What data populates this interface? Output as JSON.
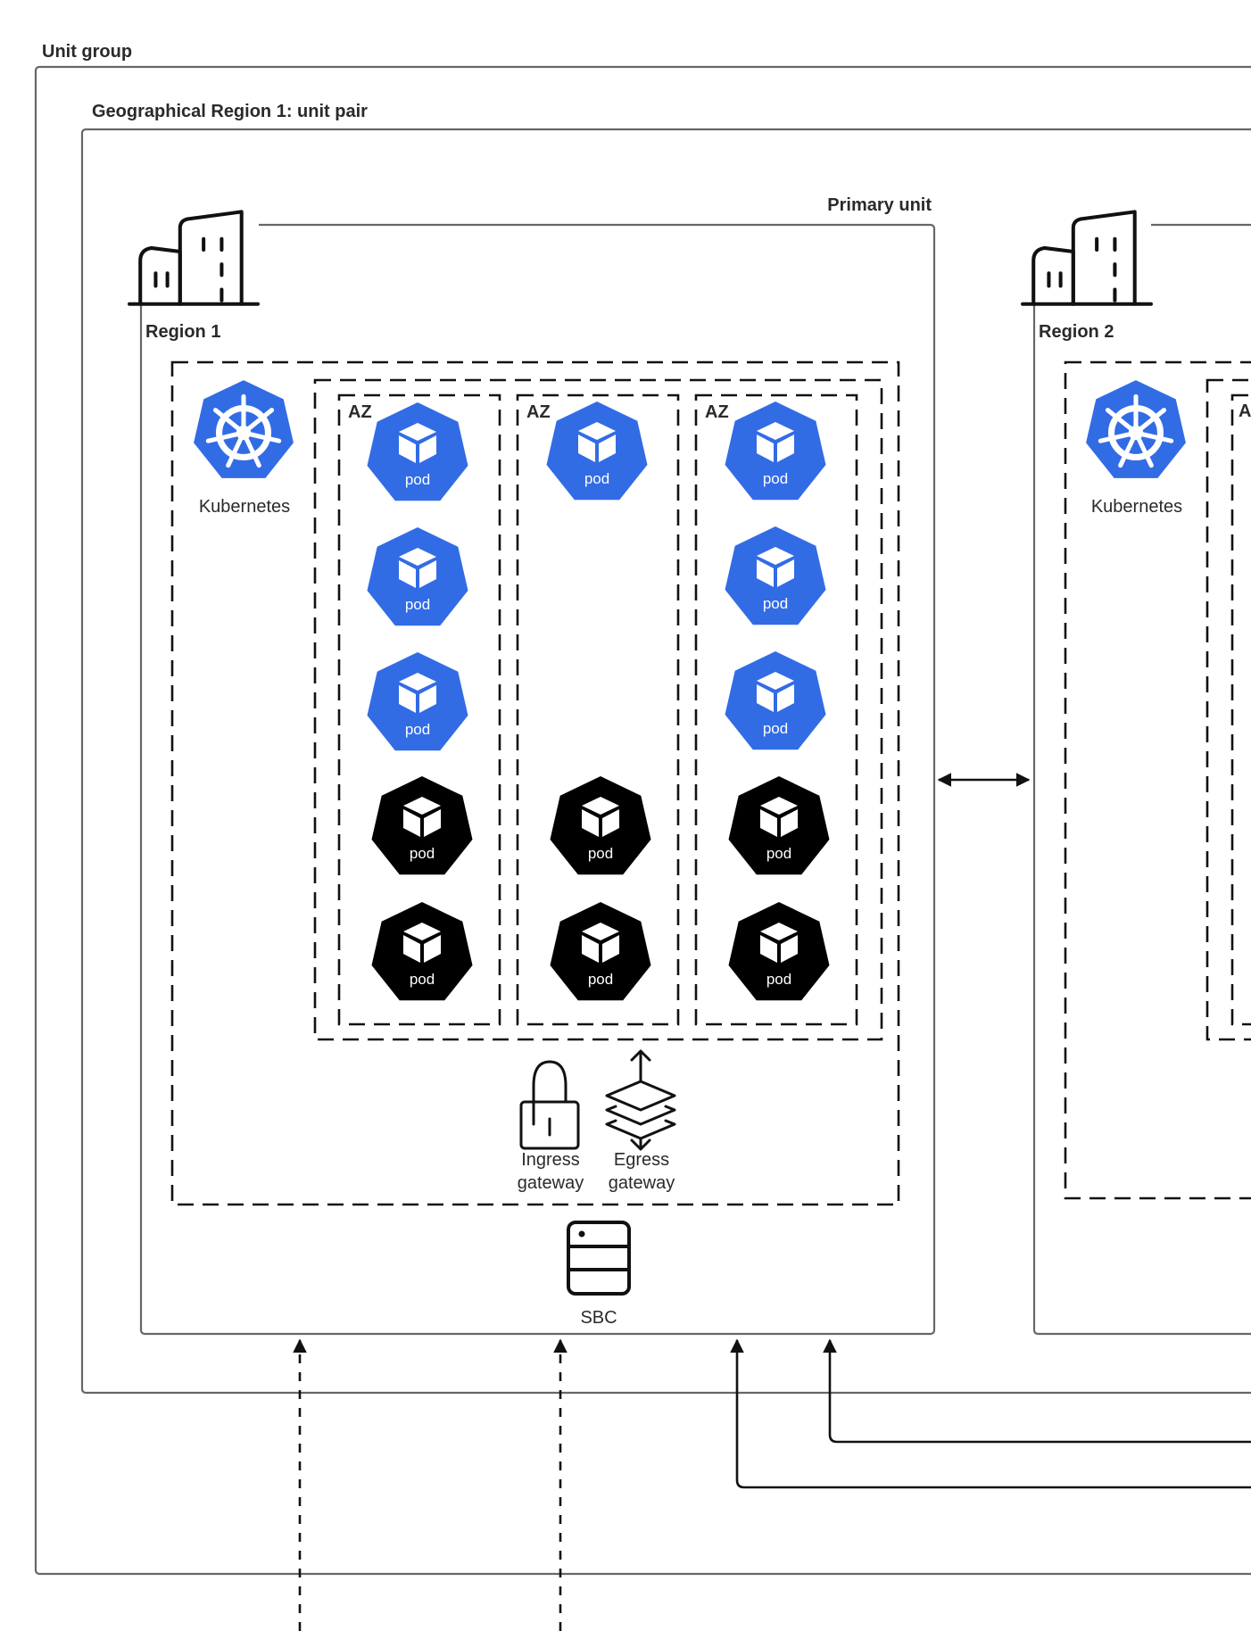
{
  "unit_group_label": "Unit group",
  "geo_region_label": "Geographical Region 1: unit pair",
  "primary_unit_label": "Primary unit",
  "region1": {
    "label": "Region 1",
    "kubernetes_label": "Kubernetes"
  },
  "region2": {
    "label": "Region 2",
    "kubernetes_label": "Kubernetes",
    "az_partial": "A"
  },
  "az_label": "AZ",
  "pod_label": "pod",
  "gateways": {
    "ingress": [
      "Ingress",
      "gateway"
    ],
    "egress": [
      "Egress",
      "gateway"
    ]
  },
  "sbc_label": "SBC",
  "colors": {
    "blue_pod": "#326CE5",
    "black_pod": "#000000",
    "kubernetes": "#326CE5"
  },
  "icons": [
    "building-icon",
    "kubernetes-icon",
    "pod-icon",
    "lock-icon",
    "layers-icon",
    "server-icon"
  ]
}
